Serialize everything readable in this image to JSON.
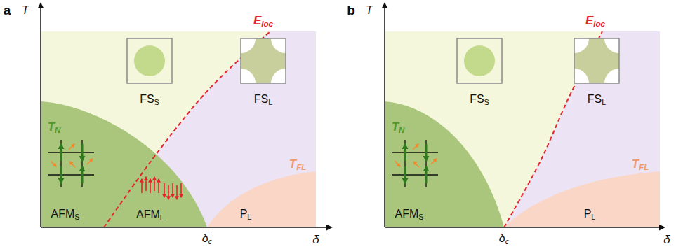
{
  "diagram": {
    "labels": [
      "a",
      "T",
      "Eloc",
      "TN",
      "FSS",
      "FSL",
      "TFL",
      "AFMS",
      "AFML",
      "PL",
      "δc",
      "δ",
      "b",
      "T",
      "Eloc",
      "TN",
      "FSS",
      "FSL",
      "TFL",
      "AFMS",
      "PL",
      "δc",
      "δ"
    ]
  }
}
